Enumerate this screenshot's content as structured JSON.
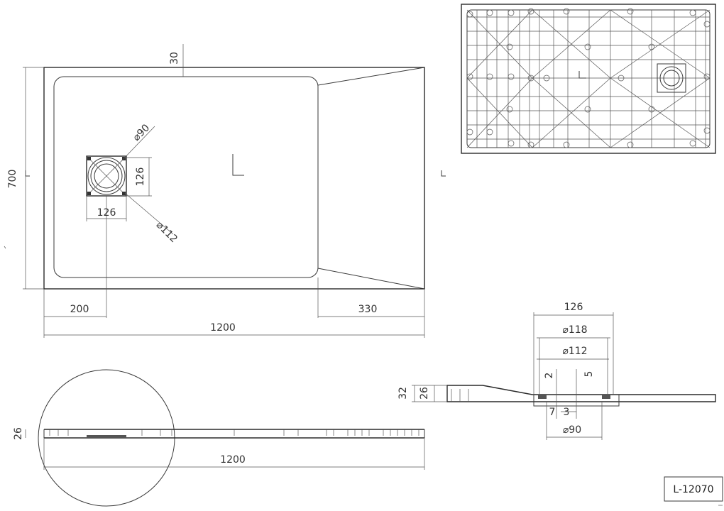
{
  "drawing": {
    "model_label": "L-12070",
    "plan": {
      "width": "1200",
      "height": "700",
      "top_offset": "30",
      "left_offset": "200",
      "right_offset": "330",
      "drain_box_w": "126",
      "drain_box_h": "126",
      "drain_dia_inner": "⌀90",
      "drain_dia_outer": "⌀112"
    },
    "side_section": {
      "length": "1200",
      "thickness": "26"
    },
    "drain_section": {
      "width_126": "126",
      "dia_118": "⌀118",
      "dia_112": "⌀112",
      "step_2": "2",
      "step_5": "5",
      "h_32": "32",
      "h_26": "26",
      "gap_7": "7",
      "gap_3": "3",
      "dia_90": "⌀90"
    }
  }
}
